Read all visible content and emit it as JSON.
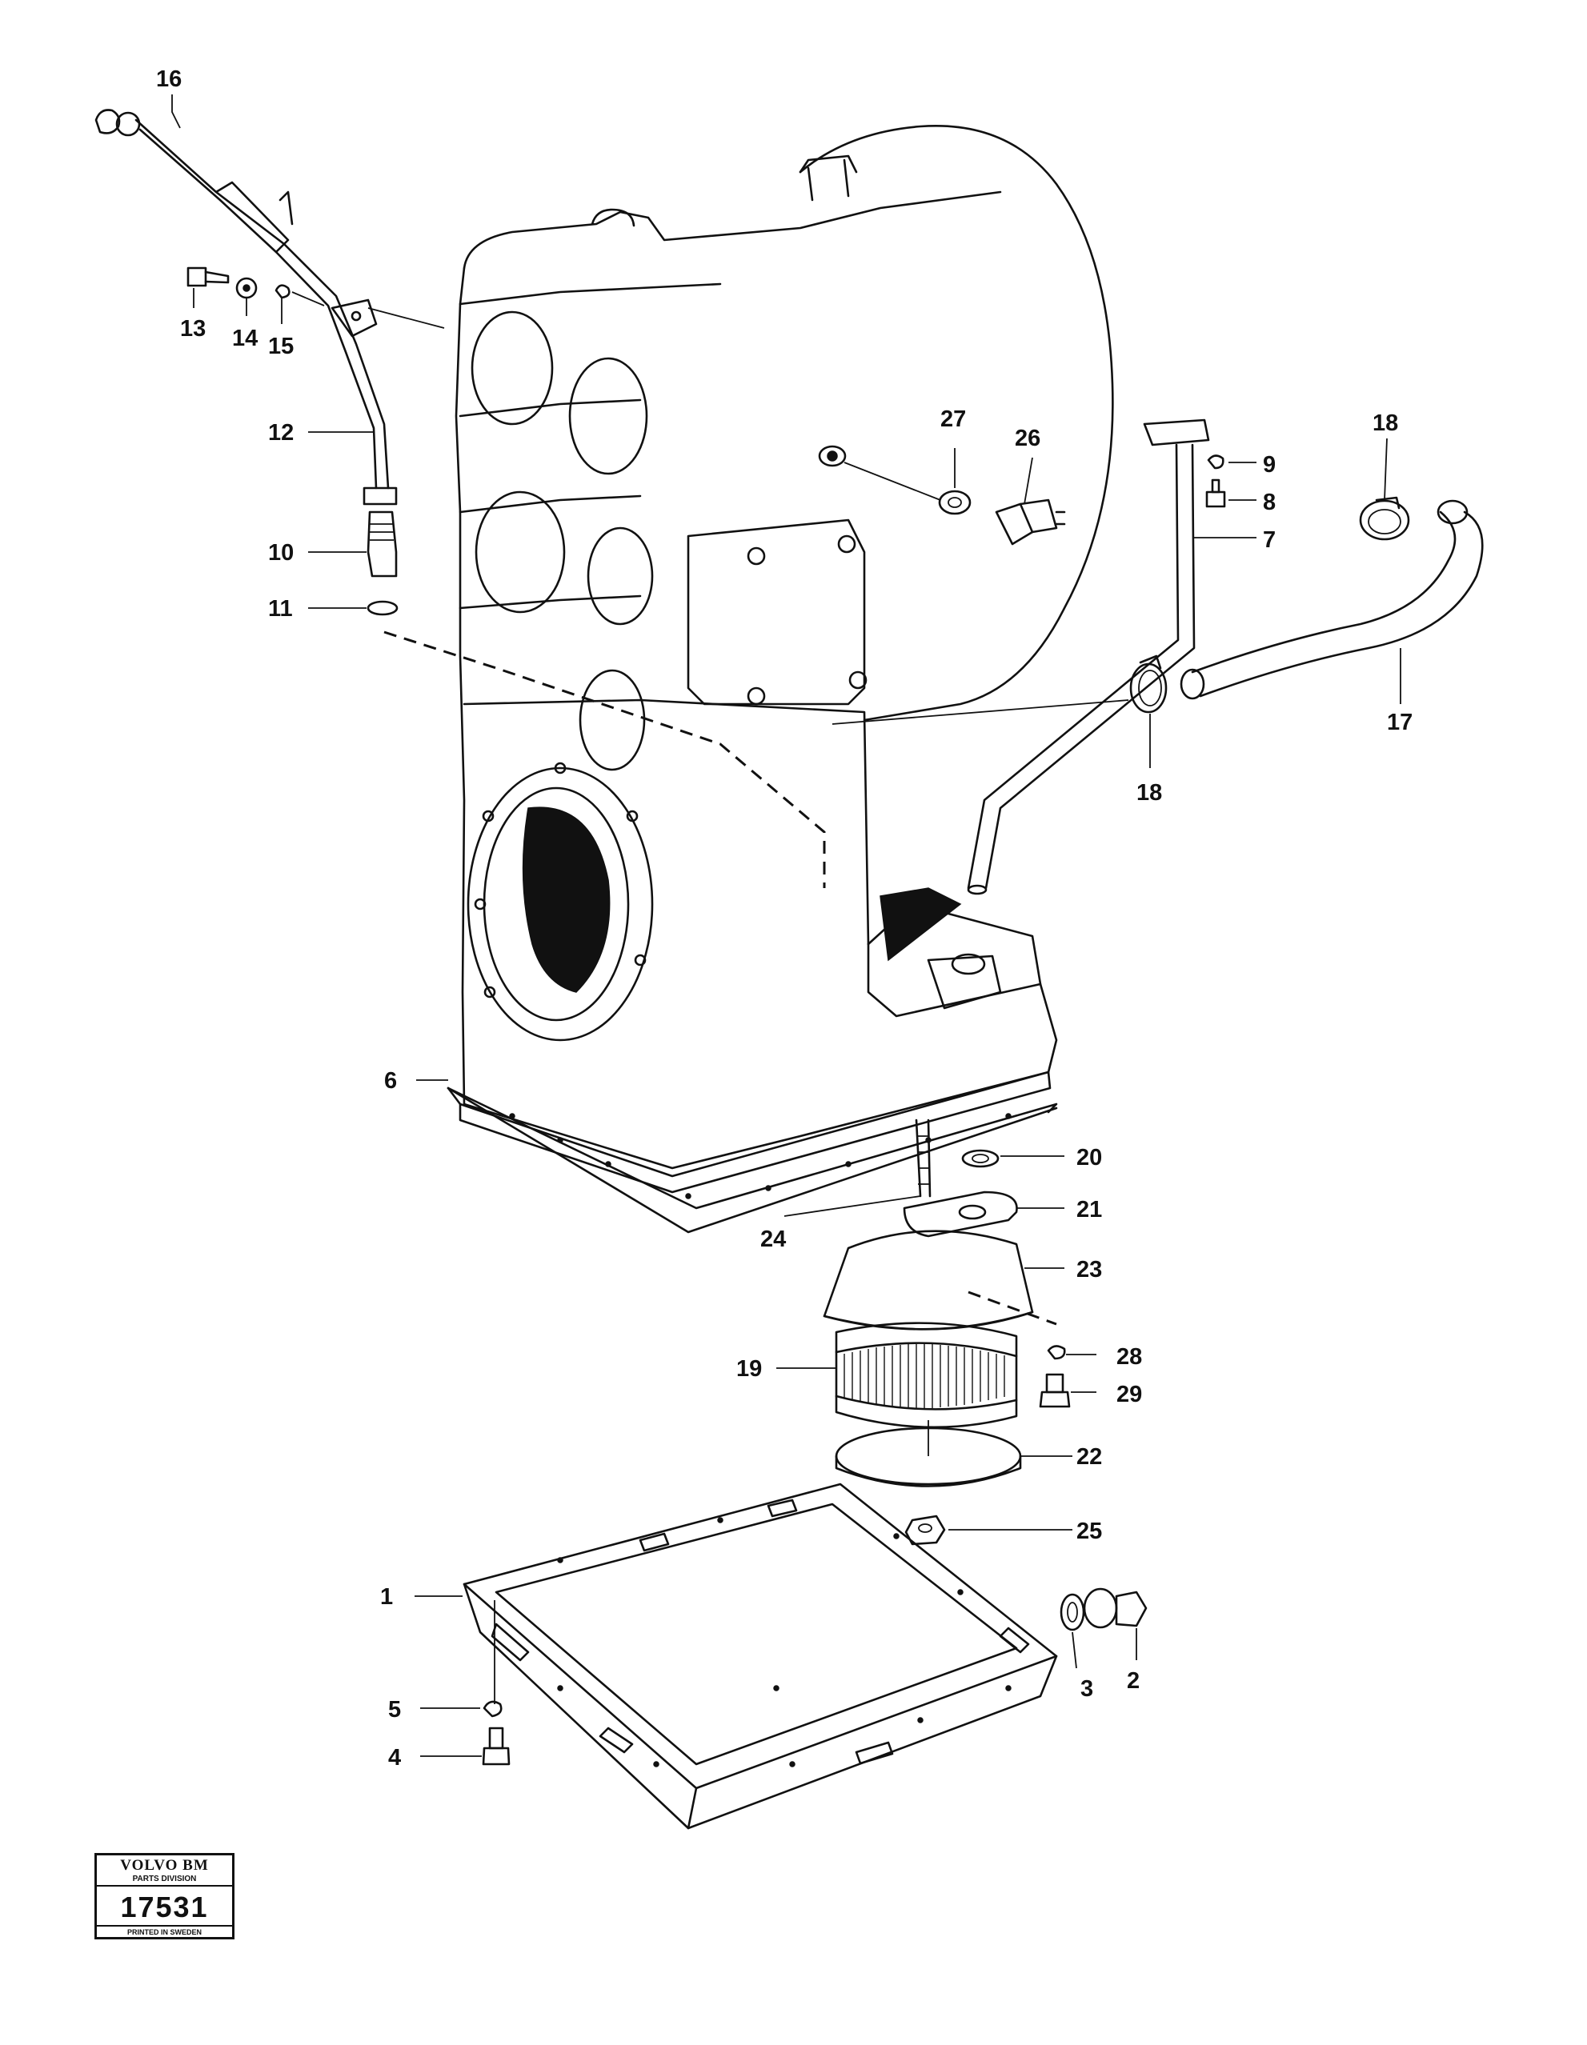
{
  "callouts": {
    "c1": "1",
    "c2": "2",
    "c3": "3",
    "c4": "4",
    "c5": "5",
    "c6": "6",
    "c7": "7",
    "c8": "8",
    "c9": "9",
    "c10": "10",
    "c11": "11",
    "c12": "12",
    "c13": "13",
    "c14": "14",
    "c15": "15",
    "c16": "16",
    "c17": "17",
    "c18a": "18",
    "c18b": "18",
    "c19": "19",
    "c20": "20",
    "c21": "21",
    "c22": "22",
    "c23": "23",
    "c24": "24",
    "c25": "25",
    "c26": "26",
    "c27": "27",
    "c28": "28",
    "c29": "29"
  },
  "logo": {
    "brand": "VOLVO BM",
    "division": "PARTS DIVISION",
    "drawing_number": "17531",
    "printed": "PRINTED IN SWEDEN"
  }
}
